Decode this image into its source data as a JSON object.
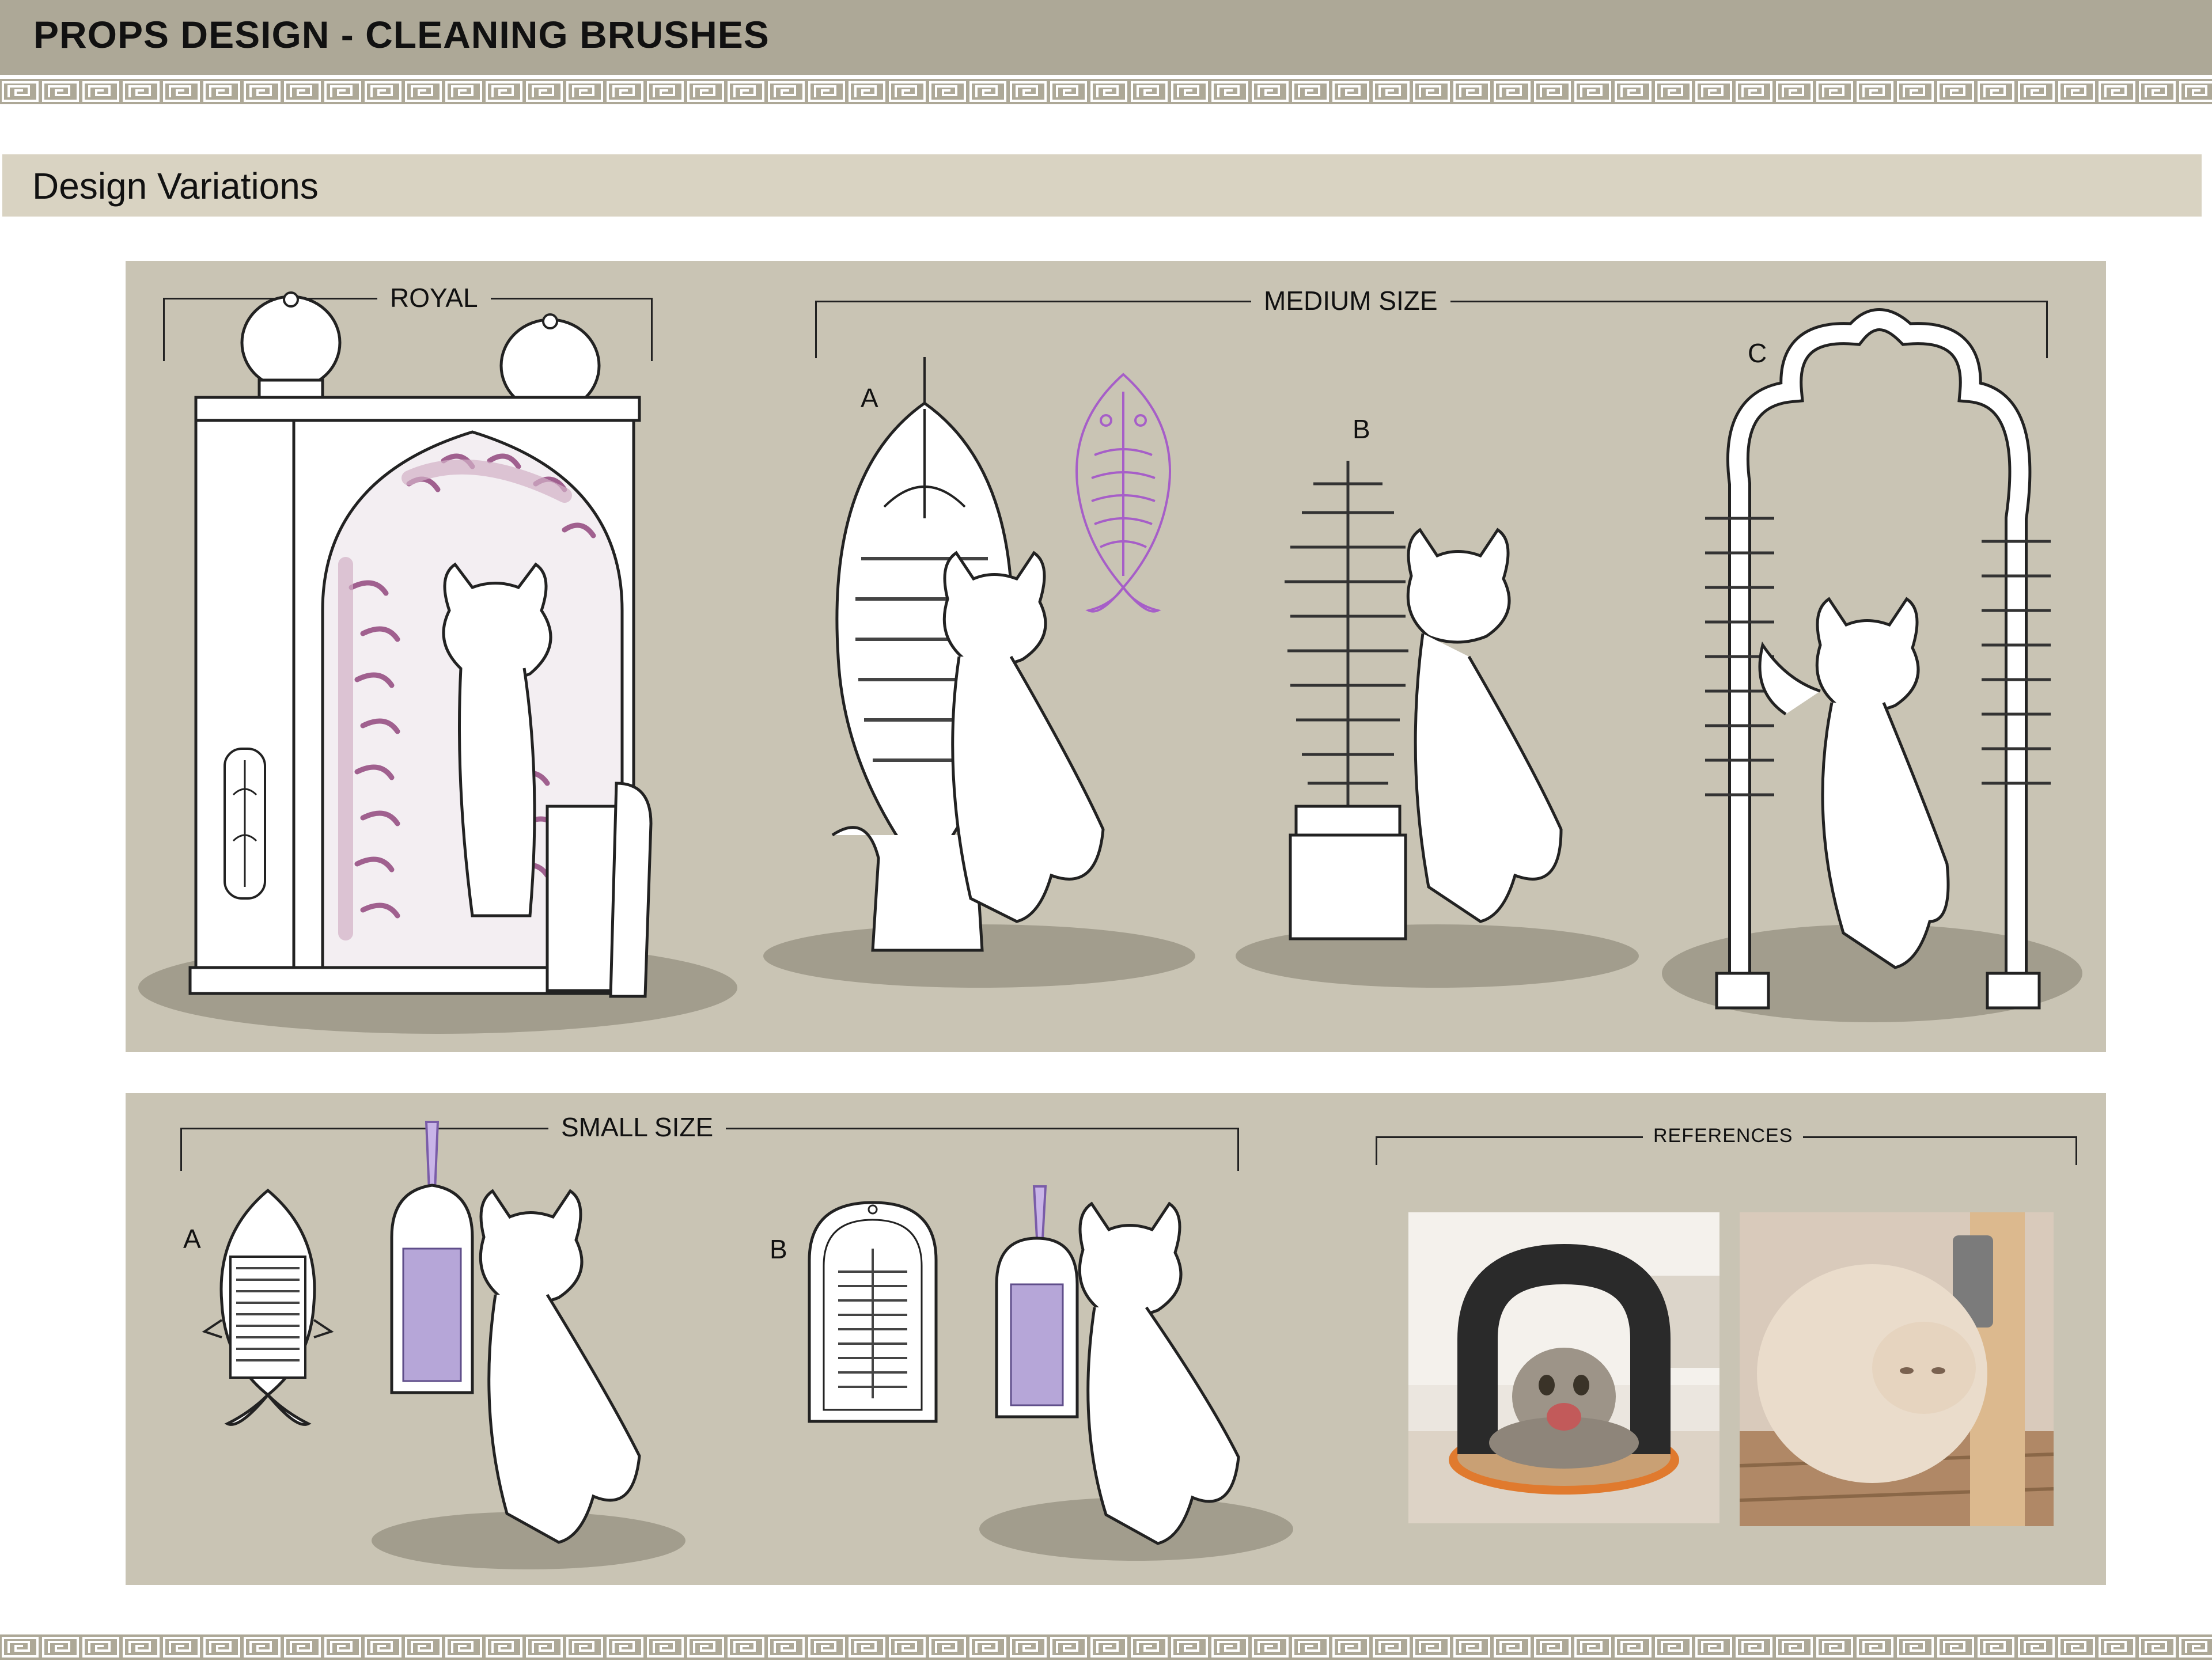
{
  "header": {
    "title": "PROPS DESIGN - CLEANING BRUSHES"
  },
  "section": {
    "title": "Design Variations"
  },
  "top_panel": {
    "royal": {
      "label": "ROYAL"
    },
    "medium": {
      "label": "MEDIUM SIZE",
      "variants": [
        {
          "label": "A"
        },
        {
          "label": "B"
        },
        {
          "label": "C"
        }
      ]
    }
  },
  "bottom_panel": {
    "small": {
      "label": "SMALL SIZE",
      "variants": [
        {
          "label": "A"
        },
        {
          "label": "B"
        }
      ]
    },
    "references": {
      "label": "REFERENCES"
    }
  },
  "colors": {
    "header_bg": "#ada897",
    "section_band": "#d9d3c2",
    "panel_bg": "#c9c4b4",
    "shadow": "#a29d8d",
    "brush_purple": "#a0608f",
    "sketch_accent": "#a65ec8"
  }
}
